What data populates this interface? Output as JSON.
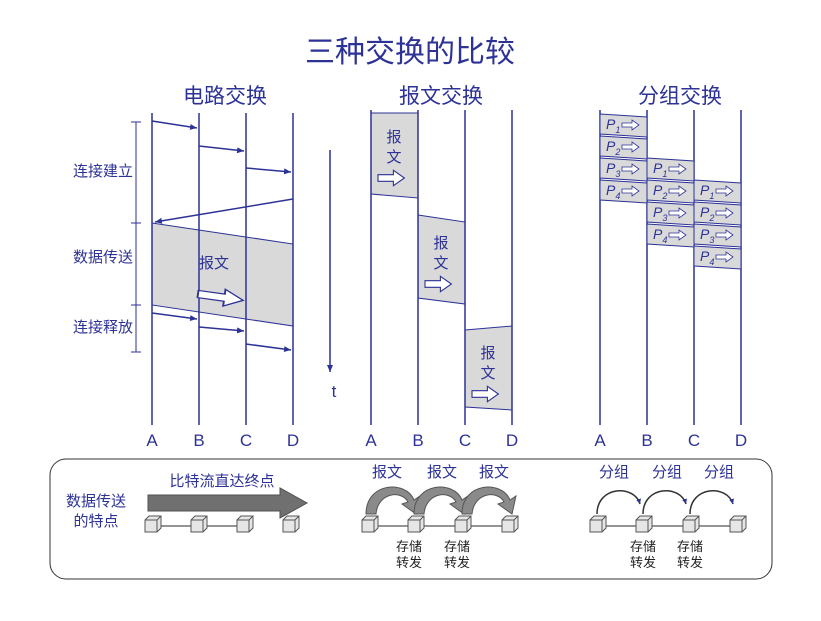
{
  "title": "三种交换的比较",
  "circuit": {
    "heading": "电路交换",
    "phases": [
      "连接建立",
      "数据传送",
      "连接释放"
    ],
    "message": "报文",
    "nodes": [
      "A",
      "B",
      "C",
      "D"
    ]
  },
  "time_label": "t",
  "message_switching": {
    "heading": "报文交换",
    "message": [
      "报",
      "文"
    ],
    "nodes": [
      "A",
      "B",
      "C",
      "D"
    ]
  },
  "packet_switching": {
    "heading": "分组交换",
    "packets": [
      "P1",
      "P2",
      "P3",
      "P4"
    ],
    "nodes": [
      "A",
      "B",
      "C",
      "D"
    ]
  },
  "legend": {
    "label_line1": "数据传送",
    "label_line2": "的特点",
    "circuit_text": "比特流直达终点",
    "message_hops": [
      "报文",
      "报文",
      "报文"
    ],
    "packet_hops": [
      "分组",
      "分组",
      "分组"
    ],
    "store_forward_line1": "存储",
    "store_forward_line2": "转发"
  },
  "colors": {
    "ink": "#2d3296",
    "panel_fill": "#d9d9d9",
    "arrow_gray": "#808080"
  }
}
